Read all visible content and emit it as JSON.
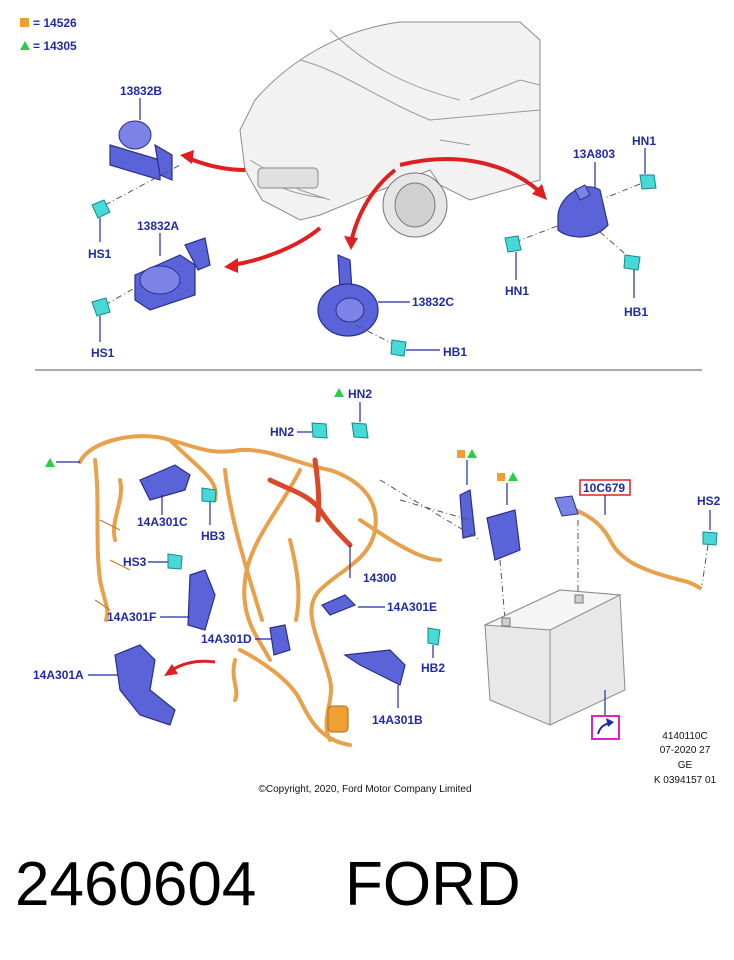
{
  "legend": [
    {
      "symbol": "orange-square",
      "text": "= 14526",
      "color": "#f0a030"
    },
    {
      "symbol": "green-triangle",
      "text": "= 14305",
      "color": "#2ecc40"
    }
  ],
  "upper_labels": {
    "horn_13832B": "13832B",
    "horn_13832A": "13832A",
    "horn_13832C": "13832C",
    "horn_13A803": "13A803",
    "hs1_upper": "HS1",
    "hs1_lower": "HS1",
    "hb1_right": "HB1",
    "hb1_bottom": "HB1",
    "hn1_top": "HN1",
    "hn1_left": "HN1"
  },
  "lower_labels": {
    "hn2_top": "HN2",
    "hn2_left": "HN2",
    "p14A301C": "14A301C",
    "hb3": "HB3",
    "hs3": "HS3",
    "p14A301F": "14A301F",
    "p14A301D": "14A301D",
    "p14A301A": "14A301A",
    "p14300": "14300",
    "p14A301E": "14A301E",
    "hb2": "HB2",
    "p14A301B": "14A301B",
    "p10C679": "10C679",
    "hs2": "HS2"
  },
  "reference": {
    "line1": "4140110C",
    "line2": "07-2020 27",
    "line3": "GE",
    "line4": "K 0394157 01"
  },
  "copyright": "©Copyright, 2020, Ford Motor Company Limited",
  "footer": {
    "part_number": "2460604",
    "brand": "FORD"
  },
  "colors": {
    "label_blue": "#1f2aa8",
    "part_blue": "#5a63d8",
    "bolt_cyan": "#47d8d8",
    "wire_orange": "#e8a04a",
    "arrow_red": "#e02020",
    "highlight_red": "#e02020",
    "highlight_magenta": "#e020c0"
  }
}
